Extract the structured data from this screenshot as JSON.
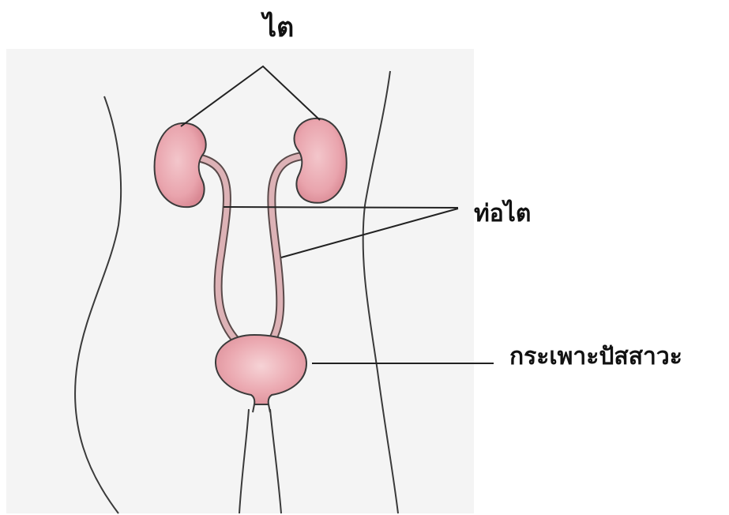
{
  "labels": {
    "kidney": "ไต",
    "ureter": "ท่อไต",
    "bladder": "กระเพาะปัสสาวะ"
  },
  "colors": {
    "background_panel": "#f4f4f4",
    "organ_fill": "#ecadb5",
    "organ_outline": "#3a3a3a",
    "line": "#222222",
    "ureter_fill": "#ddb2b6"
  }
}
